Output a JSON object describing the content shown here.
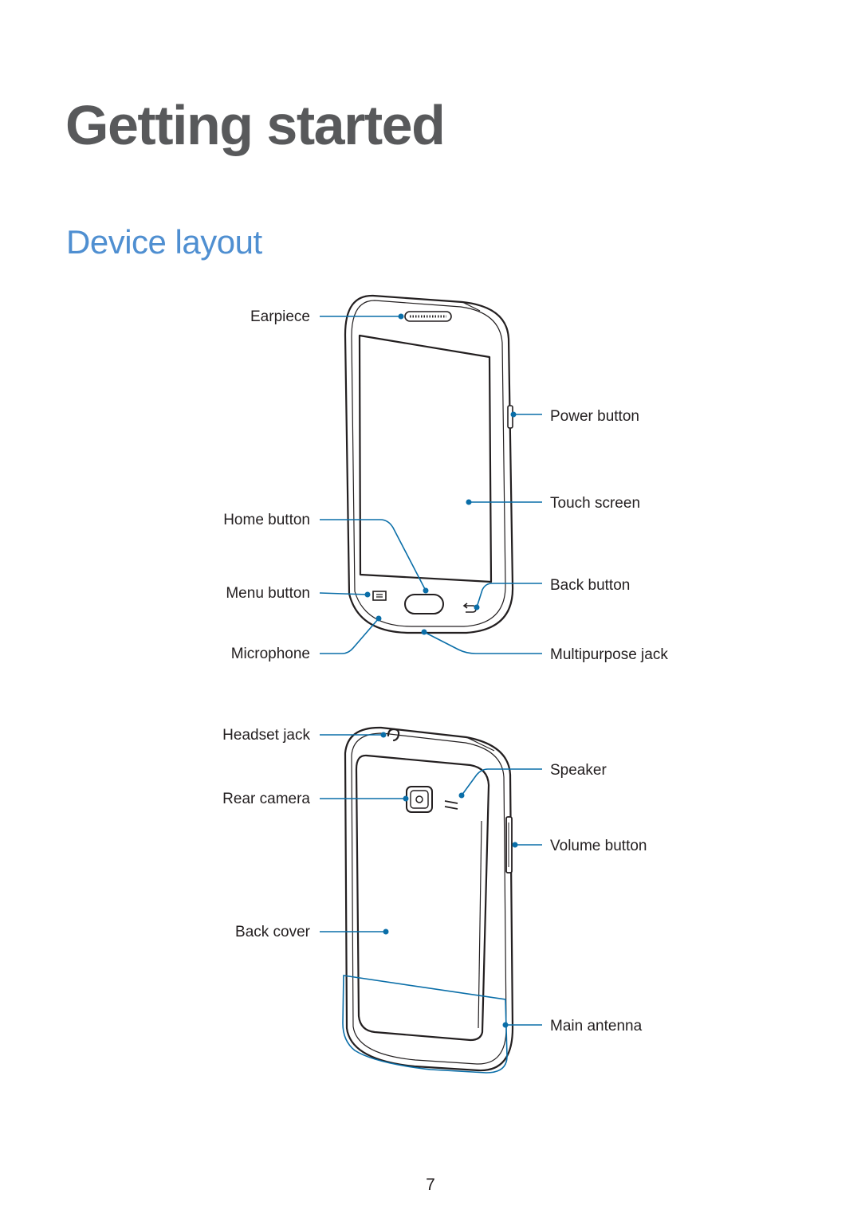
{
  "chapter": {
    "title": "Getting started"
  },
  "section": {
    "title": "Device layout"
  },
  "front_labels": {
    "earpiece": "Earpiece",
    "power_button": "Power button",
    "touch_screen": "Touch screen",
    "home_button": "Home button",
    "back_button": "Back button",
    "menu_button": "Menu button",
    "microphone": "Microphone",
    "multipurpose_jack": "Multipurpose jack"
  },
  "rear_labels": {
    "headset_jack": "Headset jack",
    "speaker": "Speaker",
    "rear_camera": "Rear camera",
    "volume_button": "Volume button",
    "back_cover": "Back cover",
    "main_antenna": "Main antenna"
  },
  "colors": {
    "title": "#58595b",
    "section": "#4f8fd1",
    "leader": "#0a6ea8"
  },
  "page": {
    "number": "7"
  }
}
